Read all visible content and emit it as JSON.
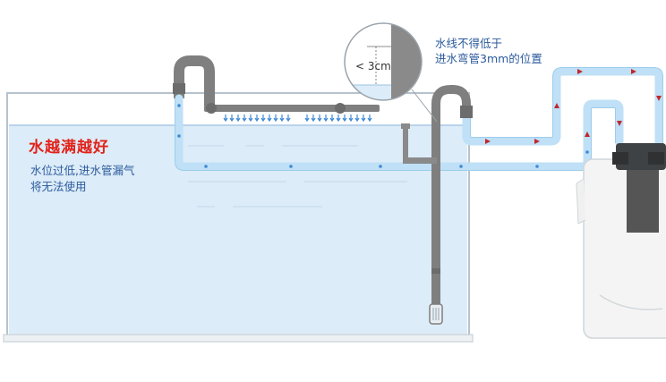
{
  "headline": "水越满越好",
  "warning_lines": [
    "水位过低,进水管漏气",
    "将无法使用"
  ],
  "note_lines": [
    "水线不得低于",
    "进水弯管3mm的位置"
  ],
  "zoom_label": "< 3cm",
  "colors": {
    "headline": "#e2231a",
    "text": "#2b5a9c",
    "pipe": "#7f7f7f",
    "water": "#dcecf8",
    "hose": "#bfe0f6",
    "flow_arrow": "#c0272d",
    "drip": "#3f8ad6"
  }
}
